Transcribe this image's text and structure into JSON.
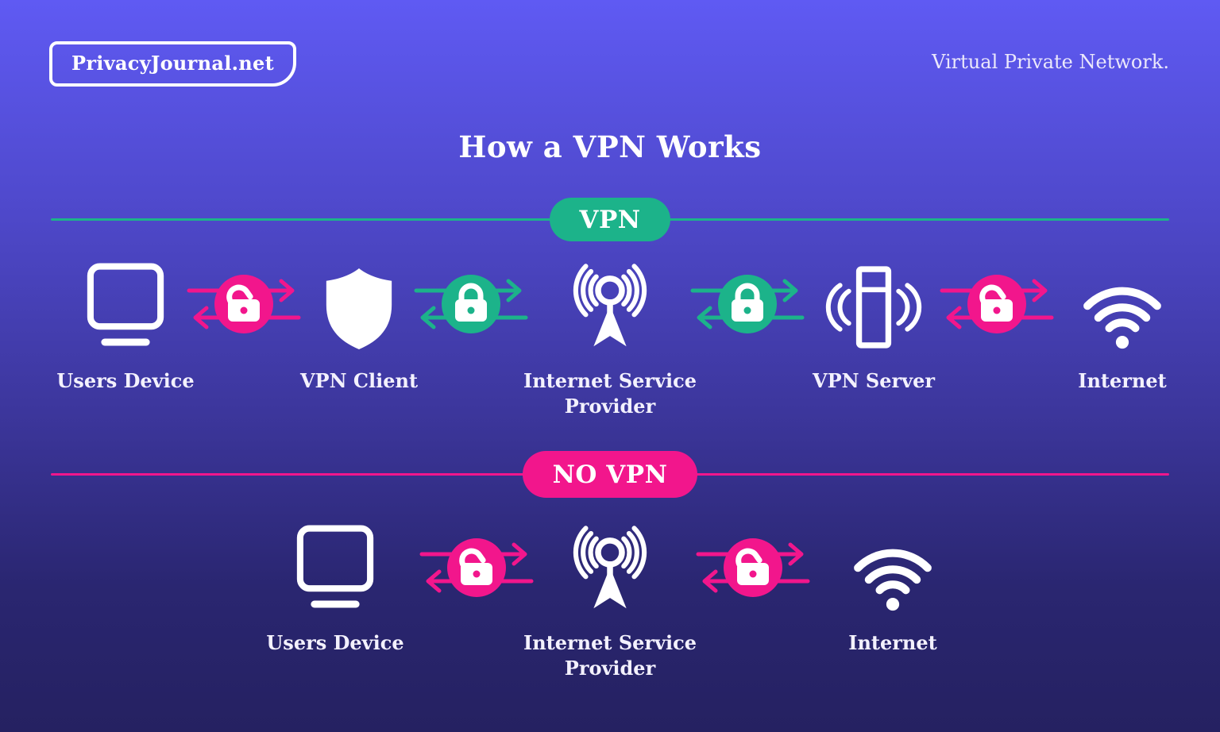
{
  "header": {
    "logo": "PrivacyJournal.net",
    "tagline": "Virtual Private Network."
  },
  "title": "How a VPN Works",
  "vpn_section": {
    "badge": "VPN",
    "accent_color": "#1CB38A",
    "nodes": [
      {
        "icon": "monitor-icon",
        "label": "Users Device"
      },
      {
        "icon": "shield-icon",
        "label": "VPN Client"
      },
      {
        "icon": "antenna-icon",
        "label": "Internet Service Provider"
      },
      {
        "icon": "server-icon",
        "label": "VPN Server"
      },
      {
        "icon": "wifi-icon",
        "label": "Internet"
      }
    ],
    "links": [
      {
        "state": "unencrypted",
        "color": "#F2168C"
      },
      {
        "state": "encrypted",
        "color": "#1CB38A"
      },
      {
        "state": "encrypted",
        "color": "#1CB38A"
      },
      {
        "state": "unencrypted",
        "color": "#F2168C"
      }
    ]
  },
  "no_vpn_section": {
    "badge": "NO VPN",
    "accent_color": "#F2168C",
    "nodes": [
      {
        "icon": "monitor-icon",
        "label": "Users Device"
      },
      {
        "icon": "antenna-icon",
        "label": "Internet Service Provider"
      },
      {
        "icon": "wifi-icon",
        "label": "Internet"
      }
    ],
    "links": [
      {
        "state": "unencrypted",
        "color": "#F2168C"
      },
      {
        "state": "unencrypted",
        "color": "#F2168C"
      }
    ]
  },
  "colors": {
    "background_top": "#5F5AF3",
    "background_bottom": "#252161",
    "green": "#1CB38A",
    "pink": "#F2168C",
    "text": "#F3F1FE"
  }
}
